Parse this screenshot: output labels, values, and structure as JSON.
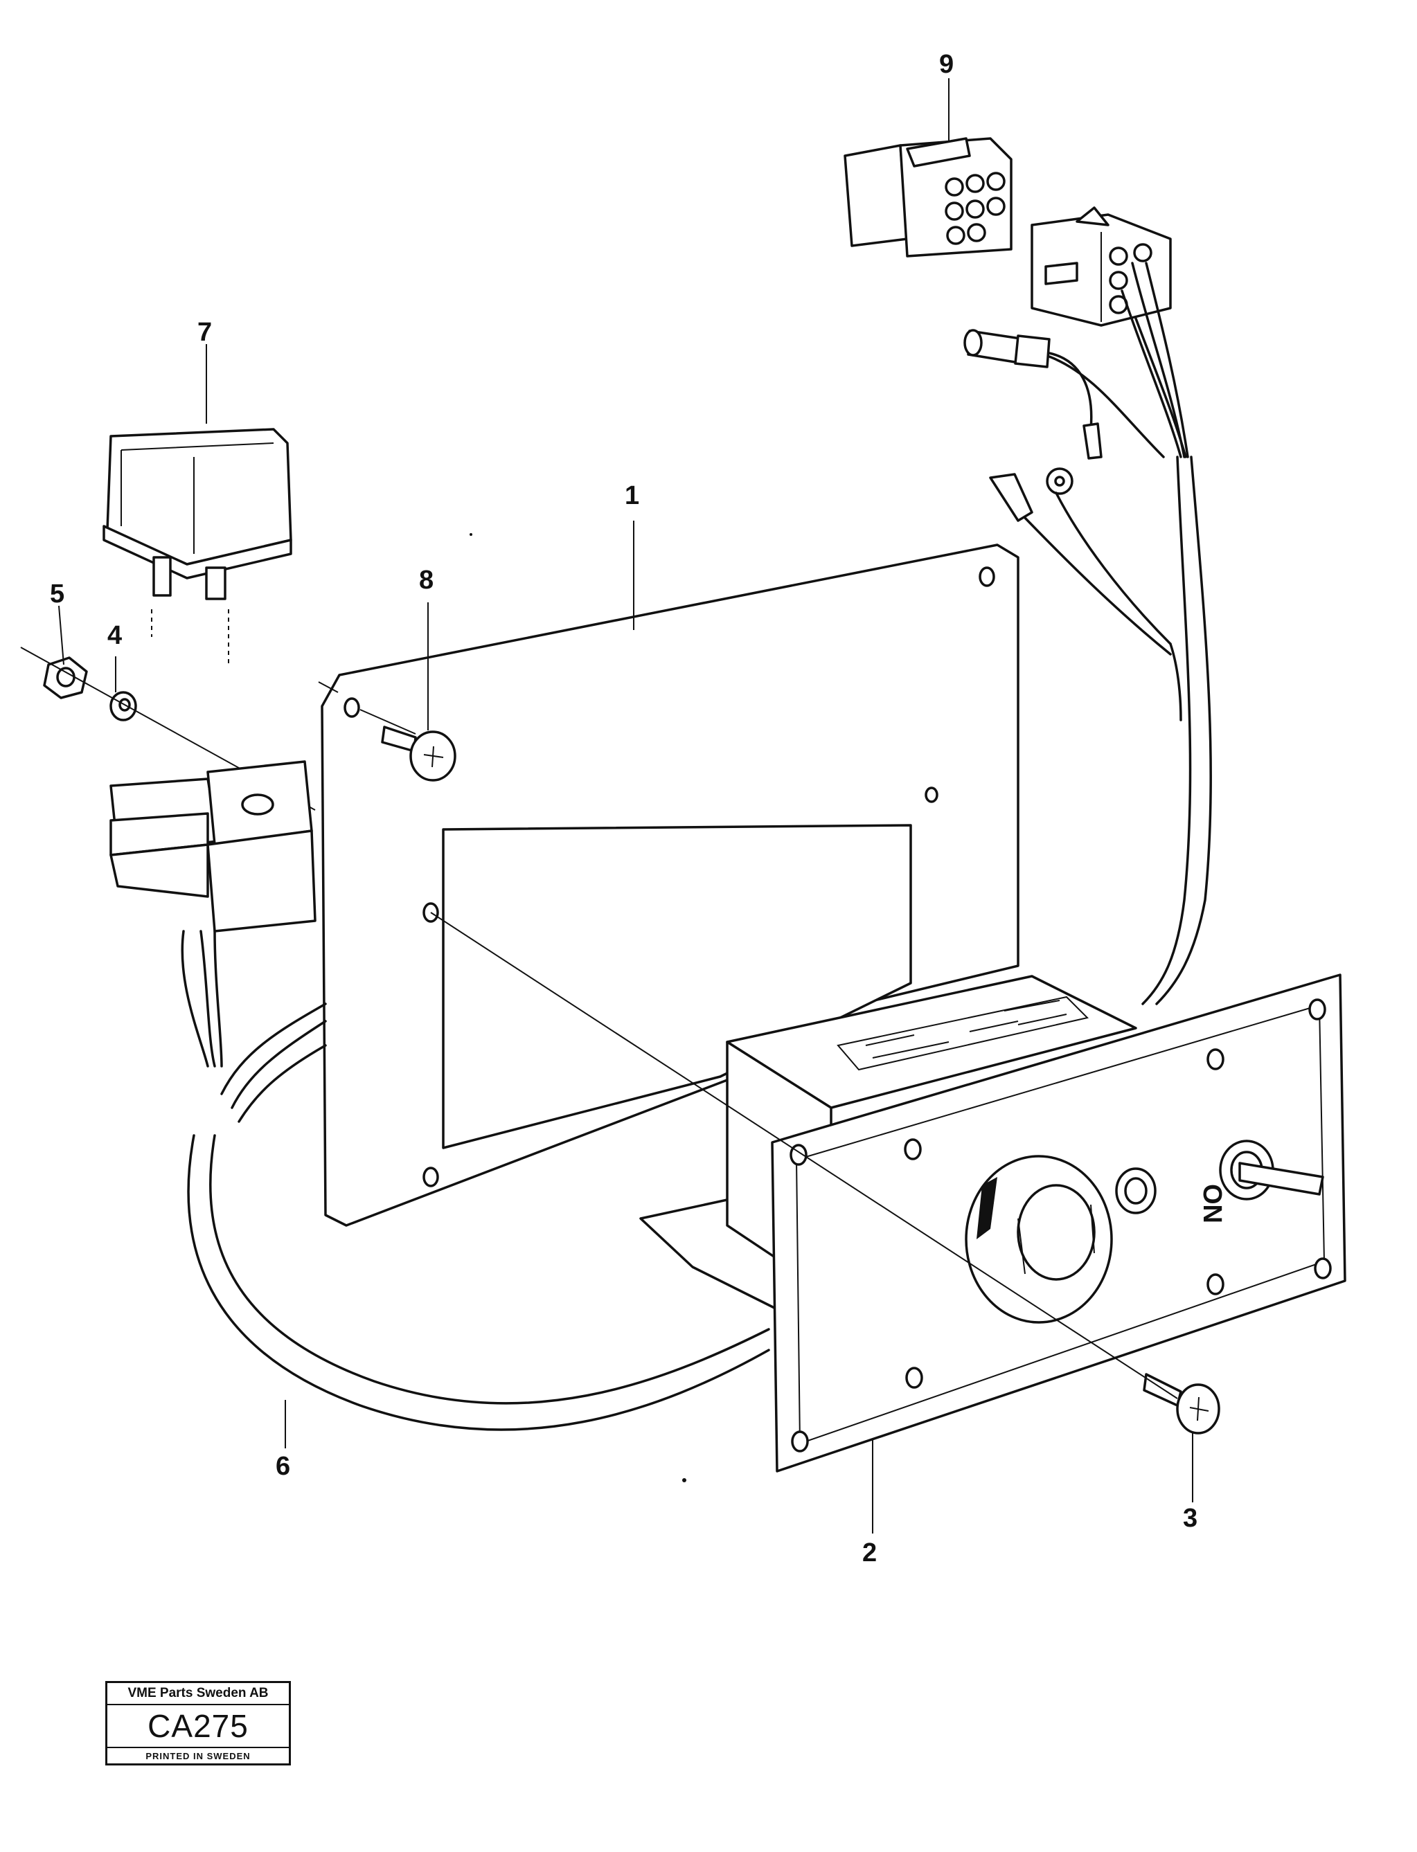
{
  "callouts": {
    "c1": "1",
    "c2": "2",
    "c3": "3",
    "c4": "4",
    "c5": "5",
    "c6": "6",
    "c7": "7",
    "c8": "8",
    "c9": "9"
  },
  "panel_label": "ON",
  "titleblock": {
    "company": "VME Parts Sweden AB",
    "code": "CA275",
    "printed": "PRINTED IN SWEDEN"
  }
}
